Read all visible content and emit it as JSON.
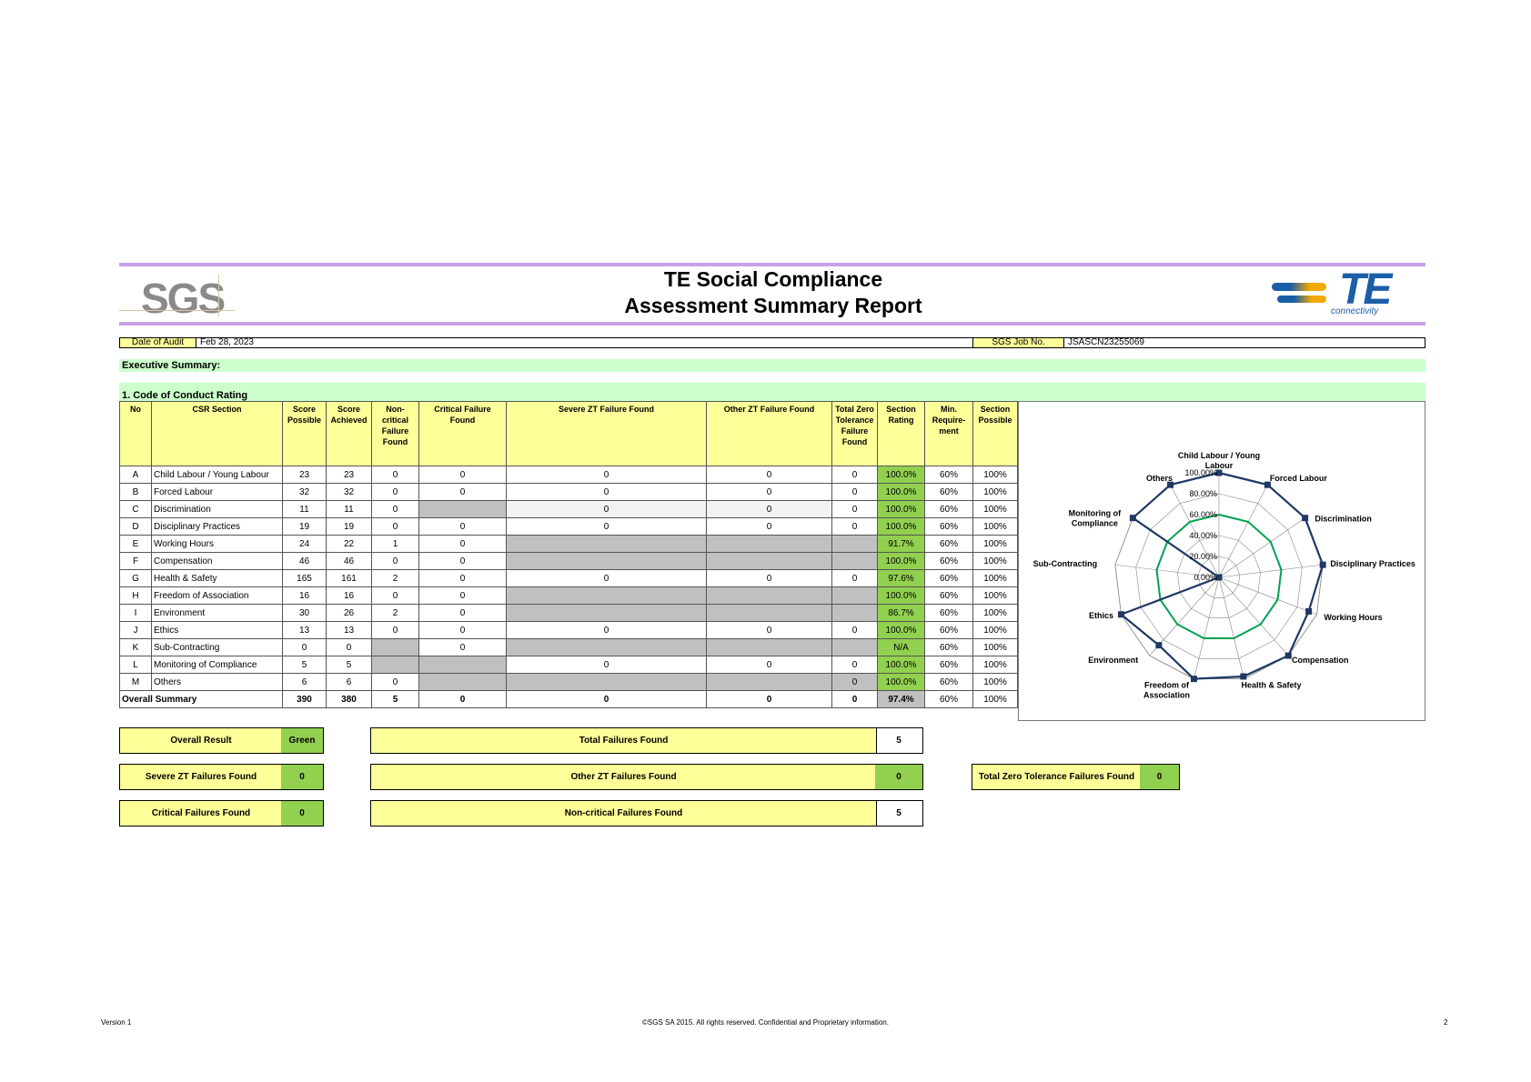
{
  "header": {
    "sgs_logo": "SGS",
    "title_line1": "TE Social Compliance",
    "title_line2": "Assessment Summary Report",
    "te_logo": "TE",
    "te_sub": "connectivity"
  },
  "audit": {
    "date_label": "Date of Audit",
    "date_value": "Feb 28, 2023",
    "job_label": "SGS Job No.",
    "job_value": "JSASCN23255069"
  },
  "exec_summary": "Executive Summary:",
  "section_title": "1. Code of Conduct Rating",
  "table": {
    "headers": [
      "No",
      "CSR Section",
      "Score Possible",
      "Score Achieved",
      "Non-critical Failure Found",
      "Critical Failure Found",
      "Severe ZT Failure Found",
      "Other ZT Failure Found",
      "Total Zero Tolerance Failure Found",
      "Section Rating",
      "Min. Require-ment",
      "Section Possible"
    ],
    "rows": [
      {
        "no": "A",
        "section": "Child Labour / Young Labour",
        "possible": "23",
        "achieved": "23",
        "noncrit": "0",
        "crit": "0",
        "severe": "0",
        "other": "0",
        "total": "0",
        "rating": "100.0%",
        "min": "60%",
        "sp": "100%"
      },
      {
        "no": "B",
        "section": "Forced Labour",
        "possible": "32",
        "achieved": "32",
        "noncrit": "0",
        "crit": "0",
        "severe": "0",
        "other": "0",
        "total": "0",
        "rating": "100.0%",
        "min": "60%",
        "sp": "100%"
      },
      {
        "no": "C",
        "section": "Discrimination",
        "possible": "11",
        "achieved": "11",
        "noncrit": "0",
        "crit": "",
        "severe": "0",
        "other": "0",
        "total": "0",
        "rating": "100.0%",
        "min": "60%",
        "sp": "100%"
      },
      {
        "no": "D",
        "section": "Disciplinary Practices",
        "possible": "19",
        "achieved": "19",
        "noncrit": "0",
        "crit": "0",
        "severe": "0",
        "other": "0",
        "total": "0",
        "rating": "100.0%",
        "min": "60%",
        "sp": "100%"
      },
      {
        "no": "E",
        "section": "Working Hours",
        "possible": "24",
        "achieved": "22",
        "noncrit": "1",
        "crit": "0",
        "severe": "",
        "other": "",
        "total": "",
        "rating": "91.7%",
        "min": "60%",
        "sp": "100%"
      },
      {
        "no": "F",
        "section": "Compensation",
        "possible": "46",
        "achieved": "46",
        "noncrit": "0",
        "crit": "0",
        "severe": "",
        "other": "",
        "total": "",
        "rating": "100.0%",
        "min": "60%",
        "sp": "100%"
      },
      {
        "no": "G",
        "section": "Health & Safety",
        "possible": "165",
        "achieved": "161",
        "noncrit": "2",
        "crit": "0",
        "severe": "0",
        "other": "0",
        "total": "0",
        "rating": "97.6%",
        "min": "60%",
        "sp": "100%"
      },
      {
        "no": "H",
        "section": "Freedom of Association",
        "possible": "16",
        "achieved": "16",
        "noncrit": "0",
        "crit": "0",
        "severe": "",
        "other": "",
        "total": "",
        "rating": "100.0%",
        "min": "60%",
        "sp": "100%"
      },
      {
        "no": "I",
        "section": "Environment",
        "possible": "30",
        "achieved": "26",
        "noncrit": "2",
        "crit": "0",
        "severe": "",
        "other": "",
        "total": "",
        "rating": "86.7%",
        "min": "60%",
        "sp": "100%"
      },
      {
        "no": "J",
        "section": "Ethics",
        "possible": "13",
        "achieved": "13",
        "noncrit": "0",
        "crit": "0",
        "severe": "0",
        "other": "0",
        "total": "0",
        "rating": "100.0%",
        "min": "60%",
        "sp": "100%"
      },
      {
        "no": "K",
        "section": "Sub-Contracting",
        "possible": "0",
        "achieved": "0",
        "noncrit": "",
        "crit": "0",
        "severe": "",
        "other": "",
        "total": "",
        "rating": "N/A",
        "min": "60%",
        "sp": "100%"
      },
      {
        "no": "L",
        "section": "Monitoring of Compliance",
        "possible": "5",
        "achieved": "5",
        "noncrit": "",
        "crit": "",
        "severe": "0",
        "other": "0",
        "total": "0",
        "rating": "100.0%",
        "min": "60%",
        "sp": "100%"
      },
      {
        "no": "M",
        "section": "Others",
        "possible": "6",
        "achieved": "6",
        "noncrit": "0",
        "crit": "",
        "severe": "",
        "other": "",
        "total": "0",
        "rating": "100.0%",
        "min": "60%",
        "sp": "100%"
      }
    ],
    "summary": {
      "label": "Overall Summary",
      "possible": "390",
      "achieved": "380",
      "noncrit": "5",
      "crit": "0",
      "severe": "0",
      "other": "0",
      "total": "0",
      "rating": "97.4%",
      "min": "60%",
      "sp": "100%"
    }
  },
  "boxes": {
    "overall_result_label": "Overall Result",
    "overall_result_value": "Green",
    "total_failures_label": "Total Failures Found",
    "total_failures_value": "5",
    "severe_label": "Severe ZT Failures Found",
    "severe_value": "0",
    "other_zt_label": "Other ZT Failures Found",
    "other_zt_value": "0",
    "total_zt_label": "Total Zero Tolerance Failures Found",
    "total_zt_value": "0",
    "critical_label": "Critical Failures Found",
    "critical_value": "0",
    "noncritical_label": "Non-critical Failures Found",
    "noncritical_value": "5"
  },
  "chart_data": {
    "type": "radar",
    "categories": [
      "Child Labour / Young Labour",
      "Forced Labour",
      "Discrimination",
      "Disciplinary Practices",
      "Working Hours",
      "Compensation",
      "Health & Safety",
      "Freedom of Association",
      "Environment",
      "Ethics",
      "Sub-Contracting",
      "Monitoring of Compliance",
      "Others"
    ],
    "series": [
      {
        "values": [
          100,
          100,
          100,
          100,
          91.7,
          100,
          97.6,
          100,
          86.7,
          100,
          0,
          100,
          100
        ],
        "color": "#1f3864"
      },
      {
        "values": [
          60,
          60,
          60,
          60,
          60,
          60,
          60,
          60,
          60,
          60,
          60,
          60,
          60
        ],
        "color": "#00a050"
      },
      {
        "values": [
          100,
          100,
          100,
          100,
          100,
          100,
          100,
          100,
          100,
          100,
          100,
          100,
          100
        ],
        "color": "#888888"
      }
    ],
    "ticks": [
      "0.00%",
      "20.00%",
      "40.00%",
      "60.00%",
      "80.00%",
      "100.00%"
    ],
    "rmax": 100
  },
  "footer": {
    "version": "Version 1",
    "copyright": "©SGS SA 2015. All rights reserved. Confidential and Proprietary information.",
    "page": "2"
  }
}
